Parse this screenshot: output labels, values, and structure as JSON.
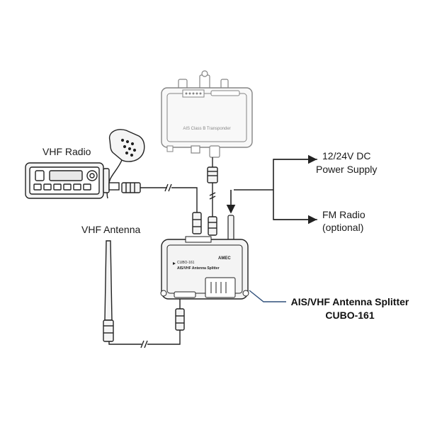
{
  "labels": {
    "vhf_radio": "VHF Radio",
    "vhf_antenna": "VHF Antenna",
    "power_supply_line1": "12/24V DC",
    "power_supply_line2": "Power Supply",
    "fm_radio_line1": "FM Radio",
    "fm_radio_line2": "(optional)",
    "splitter_line1": "AIS/VHF Antenna Splitter",
    "splitter_line2": "CUBO-161"
  },
  "devices": {
    "transponder_label": "AIS Class B Transponder",
    "splitter_model": "CUBO-161",
    "splitter_caption": "AIS/VHF Antenna Splitter",
    "brand": "AMEC"
  },
  "colors": {
    "line": "#222222",
    "device_fill": "#f4f4f4",
    "leader_line": "#2f4f7a"
  }
}
